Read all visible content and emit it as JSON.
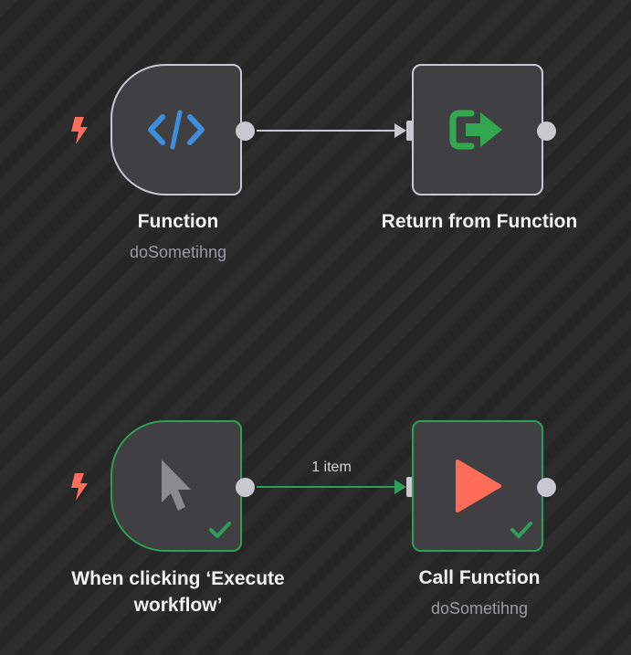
{
  "nodes": {
    "function": {
      "title": "Function",
      "subtitle": "doSometihng",
      "icon": "code-icon",
      "trigger_icon": "lightning-bolt-icon"
    },
    "return_from_function": {
      "title": "Return from Function",
      "icon": "sign-out-arrow-icon"
    },
    "manual_trigger": {
      "title": "When clicking ‘Execute workflow’",
      "icon": "mouse-pointer-icon",
      "status": "success",
      "trigger_icon": "lightning-bolt-icon"
    },
    "call_function": {
      "title": "Call Function",
      "subtitle": "doSometihng",
      "icon": "play-icon",
      "status": "success"
    }
  },
  "connections": [
    {
      "from": "Function",
      "to": "Return from Function",
      "label": ""
    },
    {
      "from": "When clicking ‘Execute workflow’",
      "to": "Call Function",
      "label": "1 item"
    }
  ],
  "colors": {
    "canvas": "#2a2a2a",
    "node_fill": "#404043",
    "node_border": "#c8c8d0",
    "success": "#2e9e5a",
    "trigger_bolt": "#ff6d5a",
    "code_icon": "#3e8ee0",
    "return_icon": "#31a84f",
    "play_icon": "#ff6d5a",
    "pointer_icon": "#8a8a8f"
  }
}
